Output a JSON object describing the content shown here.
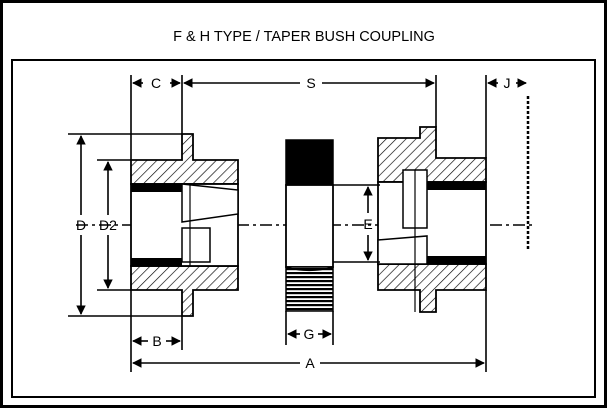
{
  "title": "F & H TYPE / TAPER BUSH COUPLING",
  "dimensions": {
    "c": "C",
    "s": "S",
    "j": "J",
    "d": "D",
    "d2": "D2",
    "e": "E",
    "b": "B",
    "g": "G",
    "a": "A"
  },
  "colors": {
    "frame": "#000000",
    "background": "#ffffff",
    "line": "#000000",
    "hatch": "#000000"
  }
}
